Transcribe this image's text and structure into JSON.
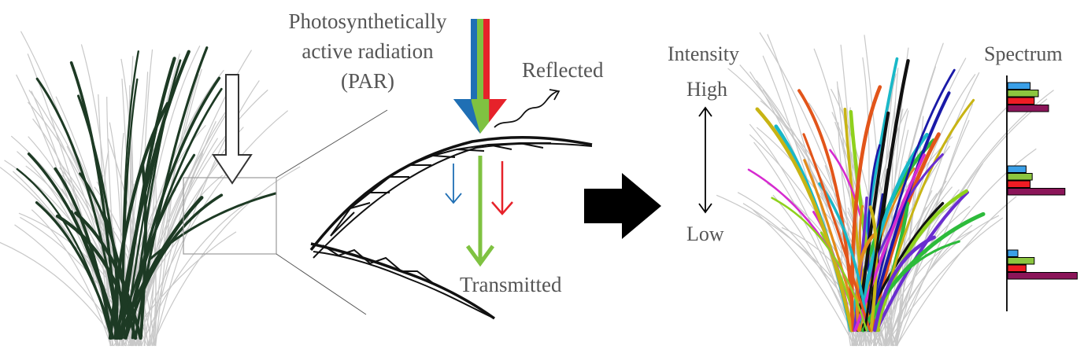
{
  "labels": {
    "par_line1": "Photosynthetically",
    "par_line2": "active radiation",
    "par_line3": "(PAR)",
    "reflected": "Reflected",
    "transmitted": "Transmitted",
    "intensity": "Intensity",
    "high": "High",
    "low": "Low",
    "spectrum": "Spectrum"
  },
  "colors": {
    "blue": "#1f6fb4",
    "green": "#7fc241",
    "red": "#e6222a",
    "purple": "#8b1559",
    "bar_blue": "#3aa0e8",
    "bar_green": "#8cc63f",
    "bar_red": "#ee1c24",
    "bar_purple": "#8b1559",
    "dark_leaf": "#1d3a24"
  },
  "spectrum_levels": [
    {
      "name": "top",
      "blue": 0.55,
      "green": 0.75,
      "red": 0.65,
      "purple": 1.0
    },
    {
      "name": "middle",
      "blue": 0.45,
      "green": 0.6,
      "red": 0.55,
      "purple": 1.4
    },
    {
      "name": "bottom",
      "blue": 0.25,
      "green": 0.65,
      "red": 0.45,
      "purple": 1.7
    }
  ]
}
